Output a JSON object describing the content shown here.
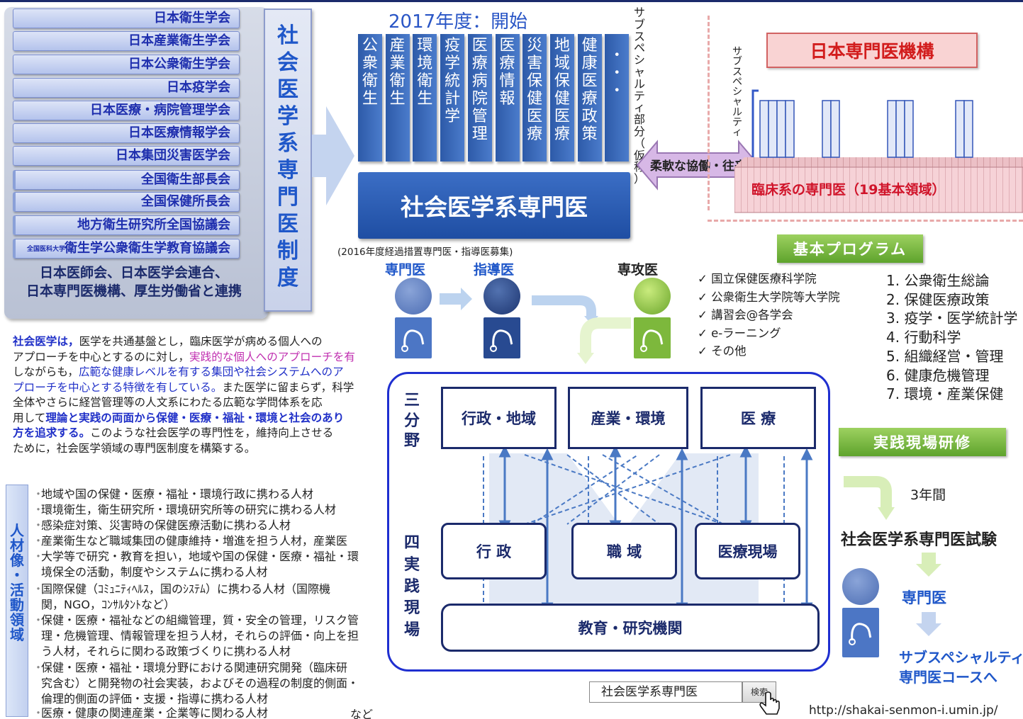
{
  "societies": [
    "日本衛生学会",
    "日本産業衛生学会",
    "日本公衆衛生学会",
    "日本疫学会",
    "日本医療・病院管理学会",
    "日本医療情報学会",
    "日本集団災害医学会",
    "全国衛生部長会",
    "全国保健所長会",
    "地方衛生研究所全国協議会",
    "衛生学公衆衛生学教育協議会"
  ],
  "society_small_prefix": "全国医科大学",
  "collaboration": [
    "日本医師会、日本医学会連合、",
    "日本専門医機構、厚生労働省と連携"
  ],
  "system_title": "社会医学系専門医制度",
  "start_year": "2017年度：開始",
  "fields": [
    "公衆衛生",
    "産業衛生",
    "環境衛生",
    "疫学統計学",
    "医療病院管理",
    "医療情報",
    "災害保健医療",
    "地域保健医療",
    "健康医療政策",
    "・・・"
  ],
  "subspecialty_part": "サブスペシャルティ部分（仮称）",
  "specialist_title": "社会医学系専門医",
  "transition_note": "(2016年度経過措置専門医・指導医募集)",
  "flexible": "柔軟な協働・往来",
  "jmsb": "日本専門医機構",
  "subspecialty_vertical": "サブスペシャルティ",
  "clinical": "臨床系の専門医（19基本領域）",
  "roles": {
    "specialist": "専門医",
    "supervisor": "指導医",
    "trainee": "専攻医"
  },
  "basic_program_label": "基本プログラム",
  "venues": [
    "国立保健医療科学院",
    "公衆衛生大学院等大学院",
    "講習会@各学会",
    "e-ラーニング",
    "その他"
  ],
  "subjects": [
    "1. 公衆衛生総論",
    "2. 保健医療政策",
    "3. 疫学・医学統計学",
    "4. 行動科学",
    "5. 組織経営・管理",
    "6. 健康危機管理",
    "7. 環境・産業保健"
  ],
  "practice_label": "実践現場研修",
  "years": "3年間",
  "exam": "社会医学系専門医試験",
  "specialist_after": "専門医",
  "subspecialty_course": [
    "サブスペシャルティ",
    "専門医コースへ"
  ],
  "three_fields_label": "三分野",
  "three_fields": [
    "行政・地域",
    "産業・環境",
    "医 療"
  ],
  "four_sites_label": "四実践現場",
  "four_sites": [
    "行 政",
    "職 域",
    "医療現場"
  ],
  "education": "教育・研究機関",
  "description": {
    "p1": "社会医学は，",
    "p2": "医学を共通基盤とし，臨床医学が病める個人への",
    "p3": "アプローチを中心とするのに対し，",
    "p4": "実践的な個人へのアプローチを有",
    "p5": "しながらも，",
    "p6": "広範な健康レベルを有する集団や社会システムへのア",
    "p7": "プローチを中心とする特徴を有している。",
    "p8": "また医学に留まらず，科学",
    "p9": "全体やさらに経営管理等の人文系にわたる広範な学問体系を応",
    "p10": "用して",
    "p11": "理論と実践の両面から保健・医療・福祉・環境と社会のあり",
    "p12": "方を追求する。",
    "p13": "このような社会医学の専門性を，維持向上させる",
    "p14": "ために，社会医学領域の専門医制度を構築する。"
  },
  "jobs_label": "人材像・活動領域",
  "jobs": [
    "地域や国の保健・医療・福祉・環境行政に携わる人材",
    "環境衛生，衛生研究所・環境研究所等の研究に携わる人材",
    "感染症対策、災害時の保健医療活動に携わる人材",
    "産業衛生など職域集団の健康維持・増進を担う人材，産業医",
    "大学等で研究・教育を担い，地域や国の保健・医療・福祉・環",
    "境保全の活動，制度やシステムに携わる人材",
    "国際保健（ｺﾐｭﾆﾃｨﾍﾙｽ，国のｼｽﾃﾑ）に携わる人材（国際機",
    "関，NGO，ｺﾝｻﾙﾀﾝﾄなど）",
    "保健・医療・福祉などの組織管理，質・安全の管理，リスク管",
    "理・危機管理、情報管理を担う人材，それらの評価・向上を担",
    "う人材，それらに関わる政策づくりに携わる人材",
    "保健・医療・福祉・環境分野における関連研究開発（臨床研",
    "究含む）と開発物の社会実装，およびその過程の制度的側面・",
    "倫理的側面の評価・支援・指導に携わる人材",
    "医療・健康の関連産業・企業等に関わる人材"
  ],
  "jobs_etc": "など",
  "search_value": "社会医学系専門医",
  "search_button": "検索",
  "url": "http://shakai-senmon-i.umin.jp/"
}
